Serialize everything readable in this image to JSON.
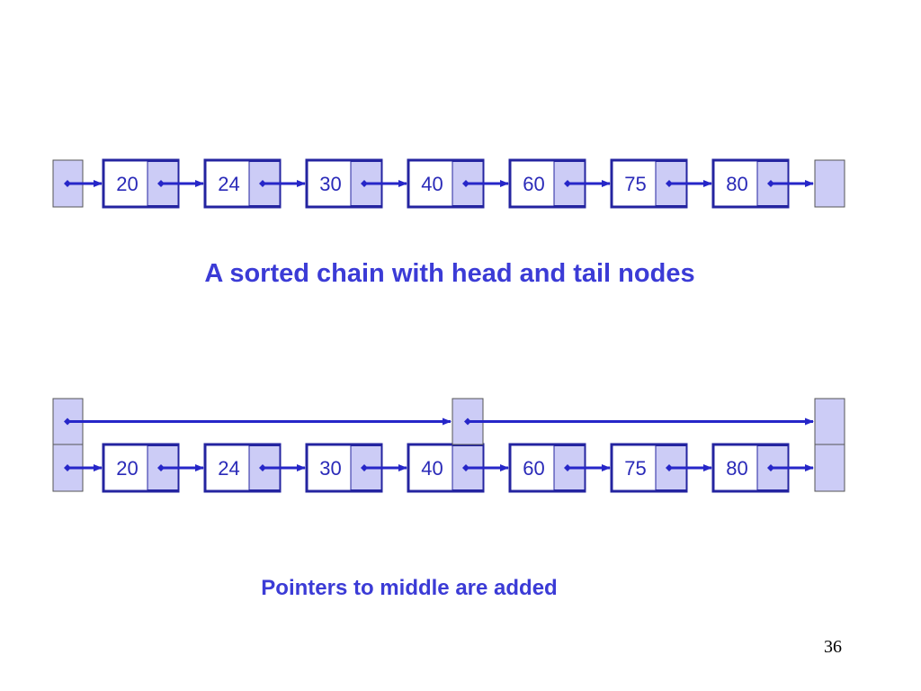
{
  "colors": {
    "node_border": "#2424a0",
    "text": "#2a2ab8",
    "pointer_fill": "#ccccf6",
    "arrow": "#2626c8",
    "sentinel_border": "#555555",
    "caption": "#3b3bd6"
  },
  "chain1": {
    "values": [
      "20",
      "24",
      "30",
      "40",
      "60",
      "75",
      "80"
    ],
    "has_head": true,
    "has_tail": true
  },
  "caption1": "A sorted chain with head and tail nodes",
  "chain2": {
    "values": [
      "20",
      "24",
      "30",
      "40",
      "60",
      "75",
      "80"
    ],
    "has_head": true,
    "has_tail": true,
    "middle_pointer_after": "40"
  },
  "caption2": "Pointers to middle are added",
  "page_number": "36"
}
